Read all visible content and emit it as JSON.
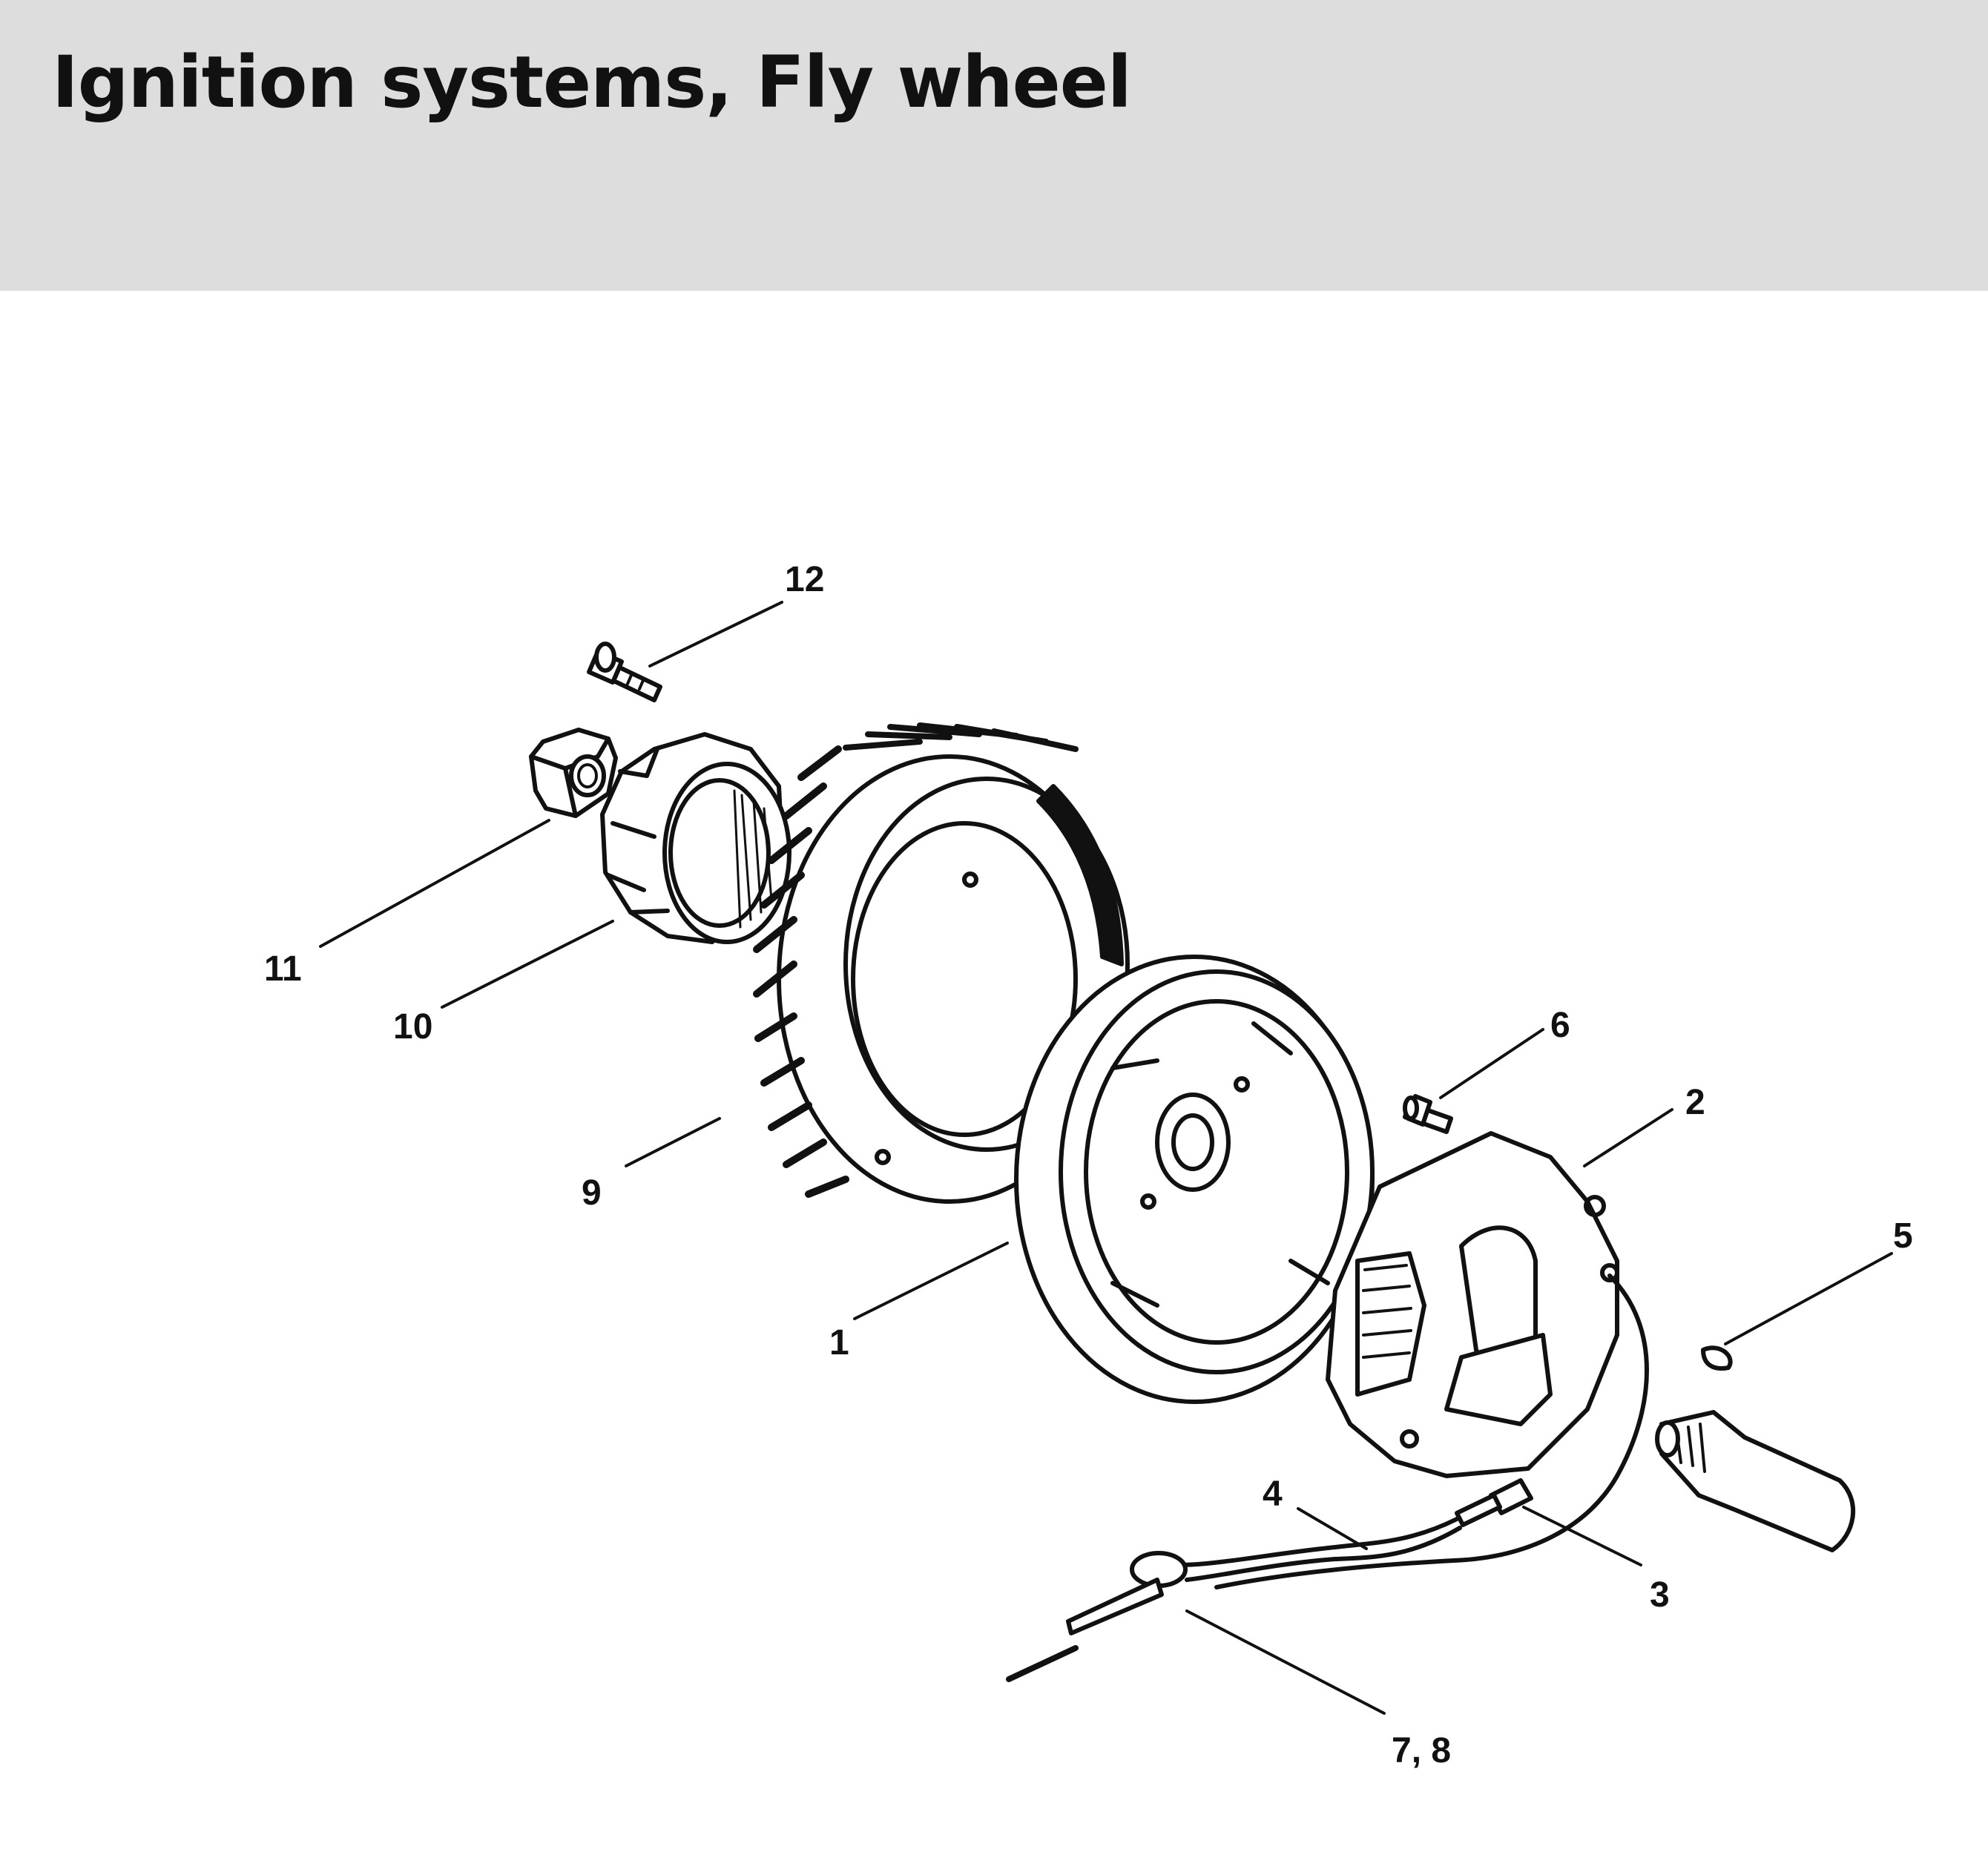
{
  "header": {
    "title": "Ignition systems, Fly wheel",
    "background_color": "#dcdddc"
  },
  "diagram": {
    "callouts": [
      {
        "id": "1",
        "label": "1"
      },
      {
        "id": "2",
        "label": "2"
      },
      {
        "id": "3",
        "label": "3"
      },
      {
        "id": "4",
        "label": "4"
      },
      {
        "id": "5",
        "label": "5"
      },
      {
        "id": "6",
        "label": "6"
      },
      {
        "id": "7-8",
        "label": "7, 8"
      },
      {
        "id": "9",
        "label": "9"
      },
      {
        "id": "10",
        "label": "10"
      },
      {
        "id": "11",
        "label": "11"
      },
      {
        "id": "12",
        "label": "12"
      }
    ]
  }
}
